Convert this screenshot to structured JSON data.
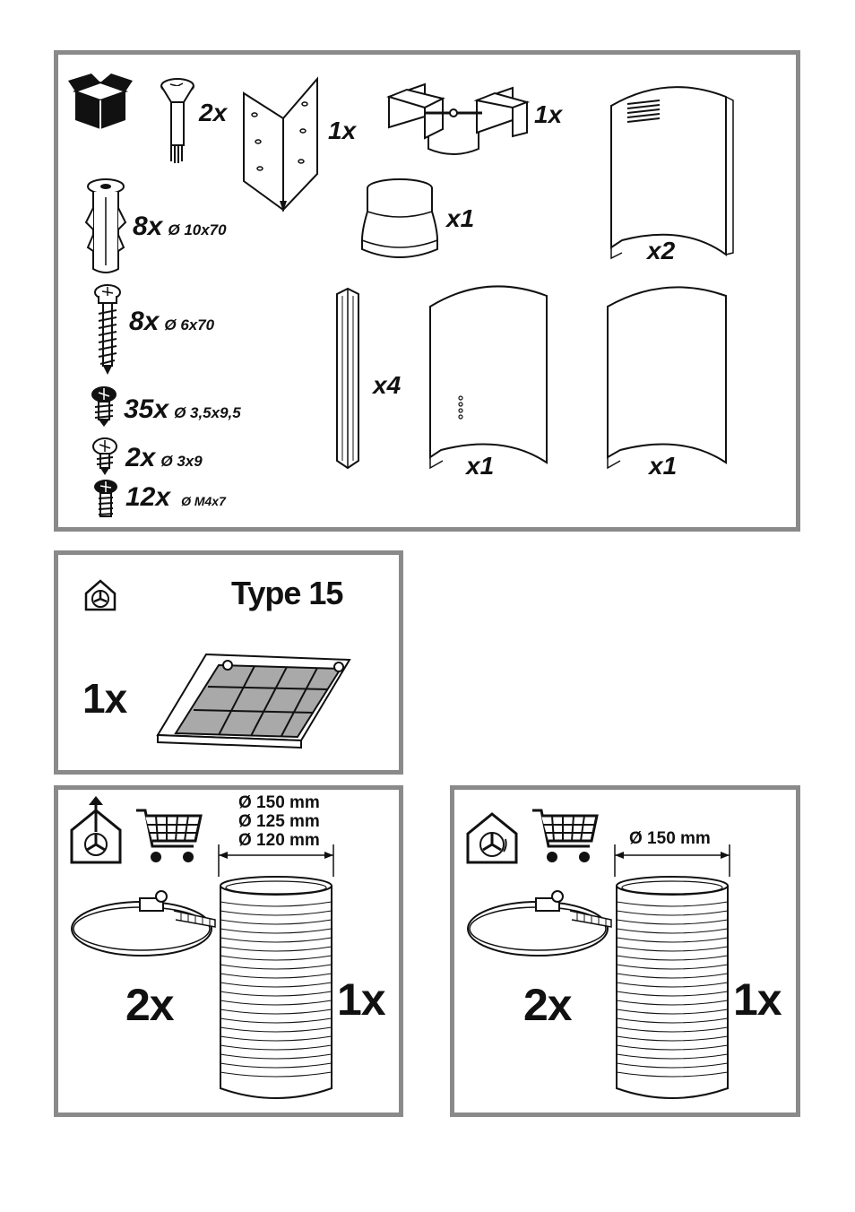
{
  "panel_parts": {
    "screw_countersunk": "2x",
    "bracket_corner": "1x",
    "damper_flange": "1x",
    "reducer": "x1",
    "chimney_upper_grill": "x2",
    "wall_plug": {
      "qty": "8x",
      "size": "Ø 10x70"
    },
    "wood_screw": {
      "qty": "8x",
      "size": "Ø 6x70"
    },
    "screw_35": {
      "qty": "35x",
      "size": "Ø 3,5x9,5"
    },
    "screw_2": {
      "qty": "2x",
      "size": "Ø 3x9"
    },
    "screw_12": {
      "qty": "12x",
      "size": "Ø M4x7"
    },
    "profile_rail": "x4",
    "chimney_lower_lights": "x1",
    "chimney_lower": "x1"
  },
  "panel_filter": {
    "type_label": "Type 15",
    "qty": "1x",
    "icon": "recirculation-house-icon"
  },
  "panel_duct_extraction": {
    "icons": [
      "extraction-house-icon",
      "shopping-cart-icon"
    ],
    "diameters": [
      "Ø 150 mm",
      "Ø 125 mm",
      "Ø 120 mm"
    ],
    "clamp_qty": "2x",
    "duct_qty": "1x"
  },
  "panel_duct_recirculation": {
    "icons": [
      "recirculation-house-icon",
      "shopping-cart-icon"
    ],
    "diameter": "Ø 150 mm",
    "clamp_qty": "2x",
    "duct_qty": "1x"
  },
  "colors": {
    "border": "#8a8a8a",
    "filter_grey": "#a9a9a9",
    "ink": "#111111"
  }
}
